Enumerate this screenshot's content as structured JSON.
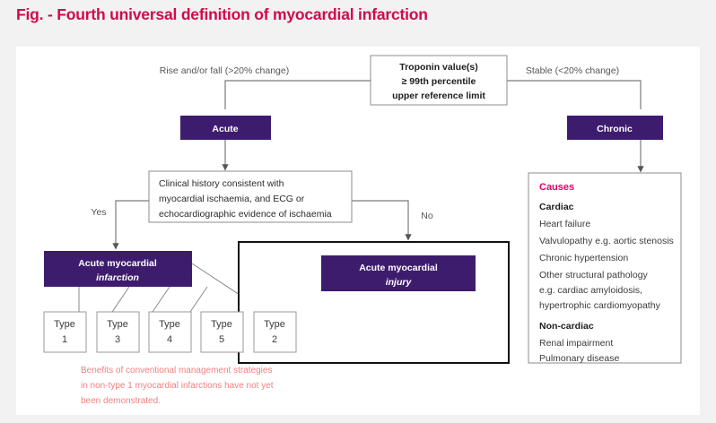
{
  "figure": {
    "title": "Fig. - Fourth universal definition of myocardial infarction",
    "title_color": "#d10a4a",
    "purple": "#3e1c6d",
    "accent_pink": "#e5006d",
    "note_color": "#f08080"
  },
  "nodes": {
    "troponin": {
      "line1": "Troponin value(s)",
      "line2": "≥ 99th percentile",
      "line3": "upper reference limit"
    },
    "acute": {
      "label": "Acute"
    },
    "chronic": {
      "label": "Chronic"
    },
    "clinical_history": {
      "line1": "Clinical history consistent with",
      "line2": "myocardial ischaemia, and ECG or",
      "line3": "echocardiographic evidence of ischaemia"
    },
    "ami_infarction": {
      "line1": "Acute myocardial",
      "line2": "infarction"
    },
    "ami_injury": {
      "line1": "Acute myocardial",
      "line2": "injury"
    }
  },
  "edges": {
    "rise_fall": "Rise and/or fall (>20% change)",
    "stable": "Stable (<20% change)",
    "yes": "Yes",
    "no": "No"
  },
  "types": {
    "word": "Type",
    "infarction_types": [
      "1",
      "3",
      "4",
      "5"
    ],
    "injury_type": "2"
  },
  "causes": {
    "heading": "Causes",
    "groups": [
      {
        "title": "Cardiac",
        "items": [
          "Heart failure",
          "Valvulopathy e.g. aortic stenosis",
          "Chronic hypertension",
          "Other structural pathology",
          "e.g. cardiac amyloidosis,",
          "hypertrophic cardiomyopathy"
        ]
      },
      {
        "title": "Non-cardiac",
        "items": [
          "Renal impairment",
          "Pulmonary disease"
        ]
      }
    ]
  },
  "footnote": {
    "line1": "Benefits of conventional management strategies",
    "line2": "in non-type 1 myocardial infarctions have not yet",
    "line3": "been demonstrated."
  }
}
